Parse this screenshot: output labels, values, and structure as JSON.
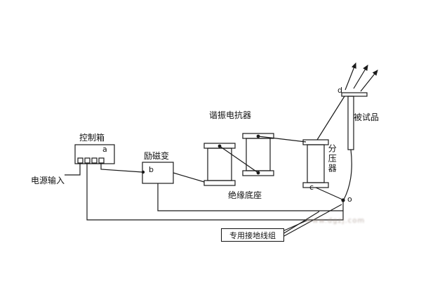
{
  "labels": {
    "control_box": "控制箱",
    "power_input": "电源输入",
    "excitation_transformer": "励磁变",
    "resonant_reactor": "谐振电抗器",
    "insulation_base": "绝缘底座",
    "voltage_divider": "分压器",
    "test_sample": "被试品",
    "ground_wire_group": "专用接地线组",
    "watermark": "www.dgzj.com"
  },
  "nodes": {
    "a": "a",
    "b": "b",
    "c": "c",
    "d": "d",
    "o": "o"
  },
  "colors": {
    "line": "#1a1a1a",
    "background": "#ffffff",
    "watermark": "#a8988f"
  }
}
